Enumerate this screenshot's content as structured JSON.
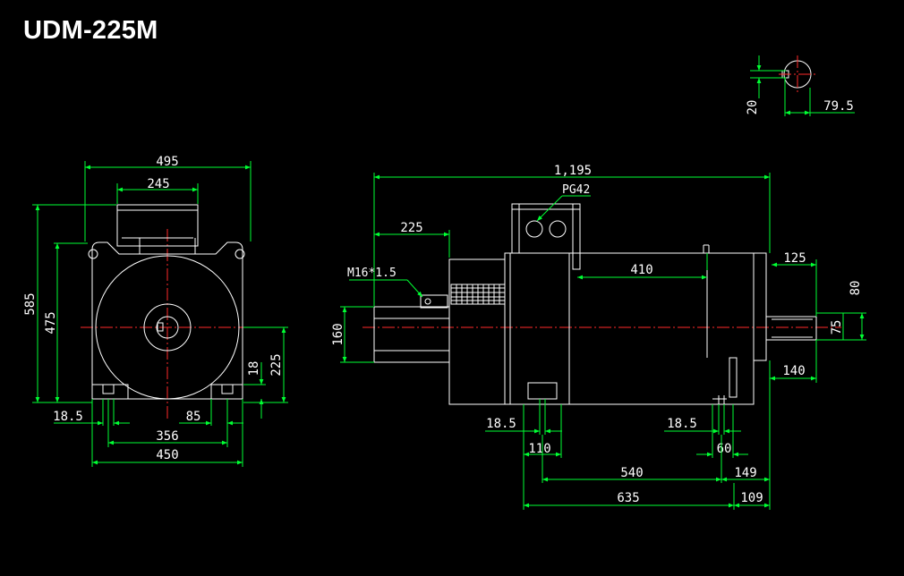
{
  "title": "UDM-225M",
  "colors": {
    "background": "#000000",
    "outline": "#ffffff",
    "dimension": "#00ff33",
    "centerline": "#ff2a2a"
  },
  "front_view": {
    "dims": {
      "width_total": "495",
      "terminal_box_width": "245",
      "height_total": "585",
      "frame_height": "475",
      "shaft_height": "225",
      "foot_height": "18",
      "foot_hole": "18.5",
      "foot_width": "85",
      "hole_spacing": "356",
      "base_width": "450"
    }
  },
  "side_view": {
    "dims": {
      "overall_length": "1,195",
      "flange_to_box": "225",
      "frame_section": "410",
      "shaft_length": "125",
      "shaft_to_bearing": "140",
      "flange_dia": "160",
      "foot_hole_left": "18.5",
      "foot_hole_right": "18.5",
      "foot_left_width": "110",
      "foot_right_width": "60",
      "foot_hole_spacing": "540",
      "shaft_end_offset": "149",
      "total_base_length": "635",
      "base_end_offset": "109",
      "shaft_key_dia": "80",
      "shaft_dia": "75"
    },
    "notes": {
      "thread": "M16*1.5",
      "gland": "PG42"
    }
  },
  "shaft_detail": {
    "dims": {
      "key_width": "20",
      "key_depth": "79.5"
    }
  }
}
